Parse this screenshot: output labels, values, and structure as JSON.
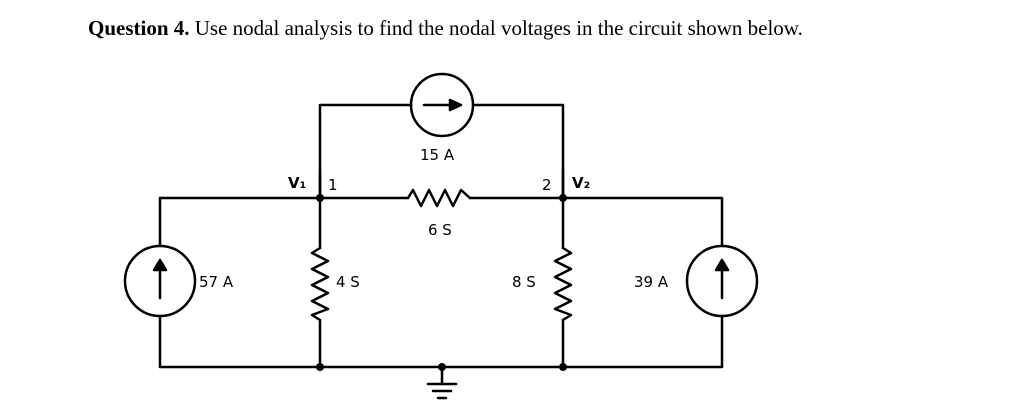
{
  "question": {
    "number": "Question 4.",
    "text": " Use nodal analysis to find the nodal voltages in the circuit shown below."
  },
  "circuit": {
    "source_left": "57 A",
    "source_top": "15 A",
    "source_right": "39 A",
    "resistor_top": "6 S",
    "resistor_left": "4 S",
    "resistor_right": "8 S",
    "node1_voltage": "V₁",
    "node1_number": "1",
    "node2_number": "2",
    "node2_voltage": "V₂"
  }
}
